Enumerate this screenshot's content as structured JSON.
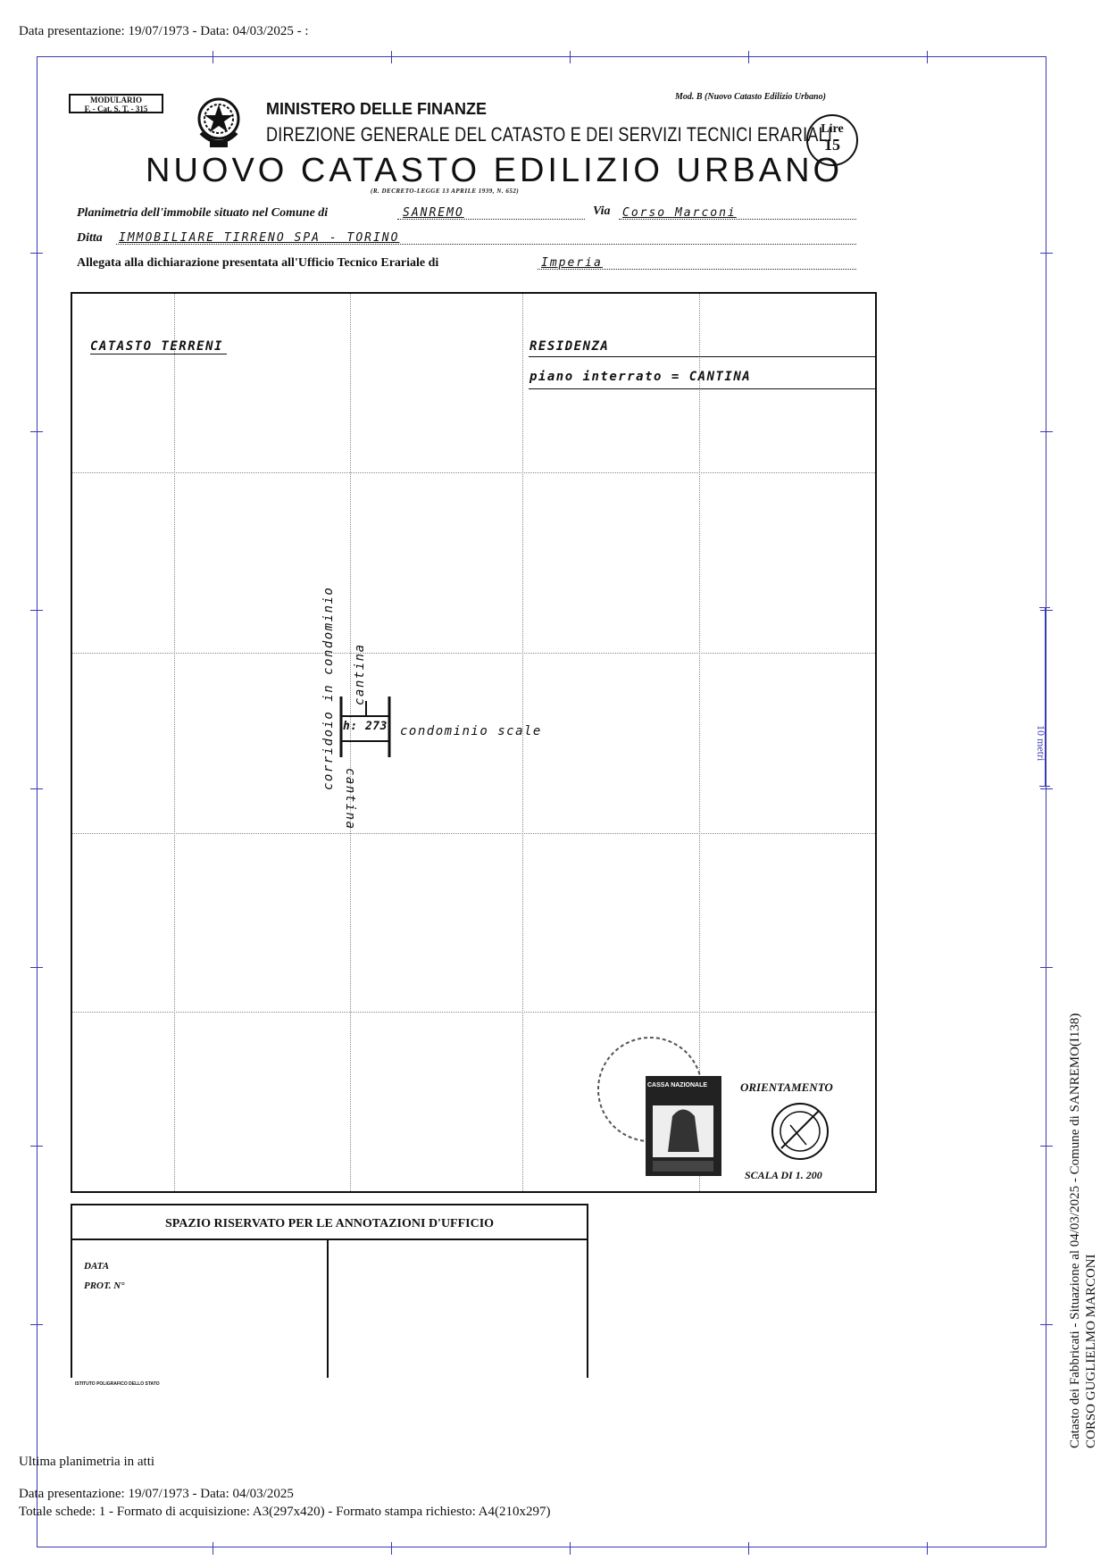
{
  "header_line": "Data presentazione: 19/07/1973 - Data: 04/03/2025 - :",
  "form": {
    "modulario": [
      "MODULARIO",
      "F. - Cat. S. T. - 315"
    ],
    "ministry": "MINISTERO DELLE FINANZE",
    "direzione": "DIREZIONE GENERALE DEL CATASTO E DEI SERVIZI TECNICI ERARIALI",
    "mod": "Mod. B (Nuovo Catasto Edilizio Urbano)",
    "lire_label": "Lire",
    "lire_value": "15",
    "title": "NUOVO CATASTO EDILIZIO URBANO",
    "decreto": "(R. DECRETO-LEGGE 13 APRILE 1939, N. 652)",
    "planimetria_label": "Planimetria dell'immobile situato nel Comune di",
    "comune": "SANREMO",
    "via_label": "Via",
    "via": "Corso Marconi",
    "ditta_label": "Ditta",
    "ditta": "IMMOBILIARE TIRRENO SPA - TORINO",
    "allegata_label": "Allegata alla dichiarazione presentata all'Ufficio Tecnico Erariale di",
    "ufficio": "Imperia"
  },
  "plan": {
    "catasto": "CATASTO TERRENI",
    "residenza": "RESIDENZA",
    "piano": "piano interrato = CANTINA",
    "corridoio": "corridoio in condominio",
    "cantina_top": "cantina",
    "cantina_bottom": "cantina",
    "height": "h: 273",
    "condominio": "condominio scale",
    "orientamento": "ORIENTAMENTO",
    "scala": "SCALA DI 1. 200",
    "stamp_text": "CASSA NAZIONALE"
  },
  "office": {
    "title": "SPAZIO RISERVATO PER LE ANNOTAZIONI D'UFFICIO",
    "data": "DATA",
    "prot": "PROT. N°",
    "printer": "ISTITUTO POLIGRAFICO DELLO STATO"
  },
  "scale_bar": "10 metri",
  "side_text": {
    "line1": "Catasto dei Fabbricati - Situazione al 04/03/2025 - Comune di SANREMO(I138)",
    "line2": "CORSO GUGLIELMO MARCONI"
  },
  "footer": {
    "ultima": "Ultima planimetria in atti",
    "data_line": "Data presentazione: 19/07/1973 - Data: 04/03/2025",
    "totale": "Totale schede: 1 - Formato di acquisizione: A3(297x420)  - Formato stampa richiesto: A4(210x297)"
  }
}
